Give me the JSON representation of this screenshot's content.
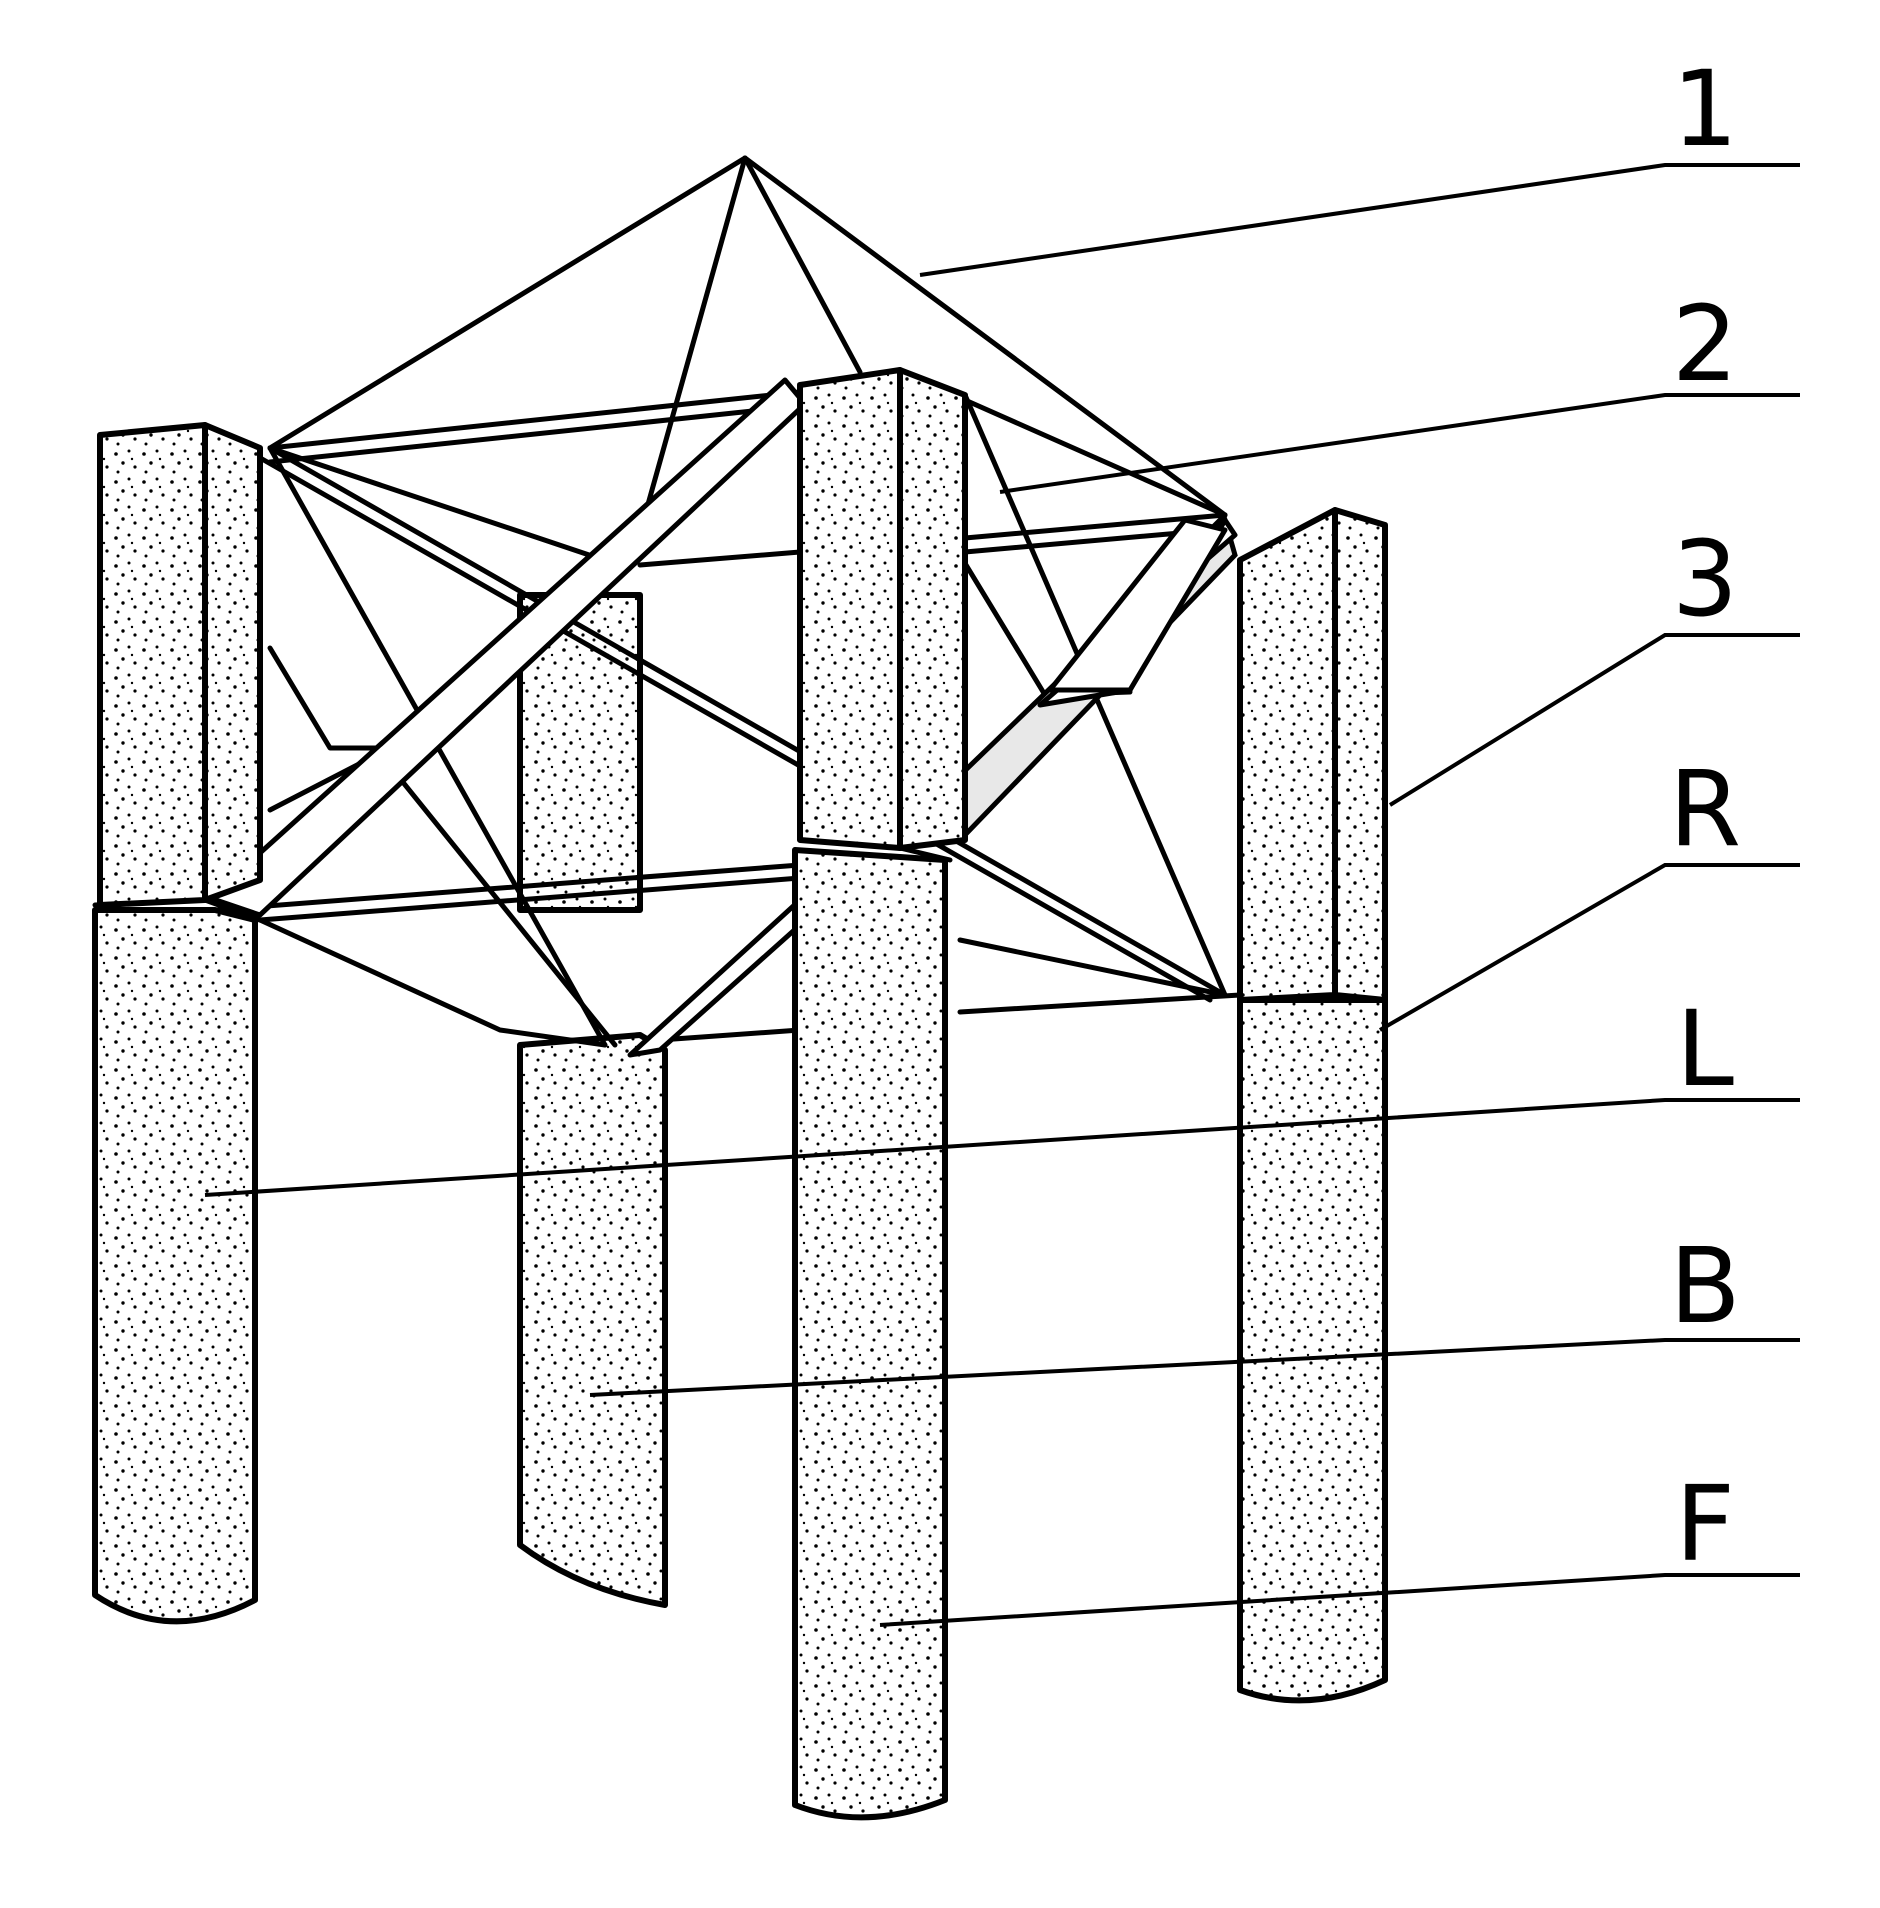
{
  "labels": [
    {
      "id": "1",
      "text": "1"
    },
    {
      "id": "2",
      "text": "2"
    },
    {
      "id": "3",
      "text": "3"
    },
    {
      "id": "R",
      "text": "R"
    },
    {
      "id": "L",
      "text": "L"
    },
    {
      "id": "B",
      "text": "B"
    },
    {
      "id": "F",
      "text": "F"
    }
  ],
  "colors": {
    "ink": "#000000",
    "paper": "#ffffff"
  }
}
